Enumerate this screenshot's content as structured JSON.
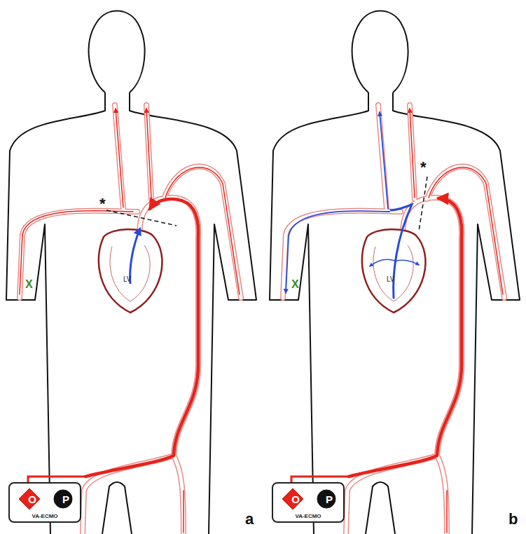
{
  "diagram": {
    "nodes": [
      {
        "text": [
          "VA-ECMO"
        ]
      },
      {
        "text": [
          "O"
        ],
        "in": 0
      },
      {
        "text": [
          "P"
        ],
        "in": 0
      },
      {
        "text": [
          "VA-ECMO"
        ]
      },
      {
        "text": [
          "O"
        ],
        "in": 3
      },
      {
        "text": [
          "P"
        ],
        "in": 3
      }
    ],
    "edges": [
      {
        "from": 1,
        "to": 2,
        "arrow": "none"
      },
      {
        "from": 4,
        "to": 5,
        "arrow": "none"
      }
    ],
    "labels": [
      "*",
      "X",
      "LV",
      "a",
      "*",
      "X",
      "LV",
      "b"
    ]
  }
}
